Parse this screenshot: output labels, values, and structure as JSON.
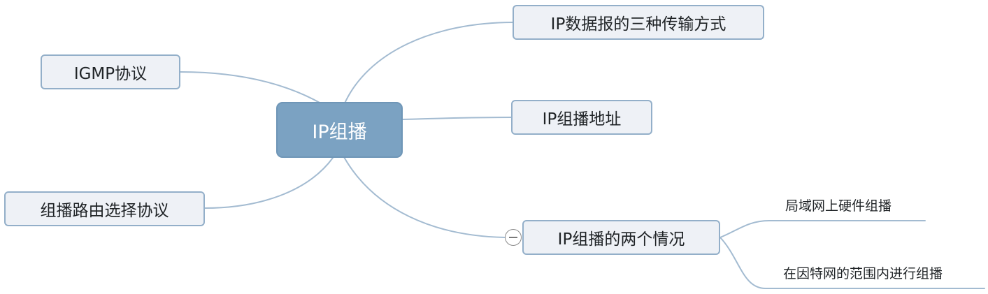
{
  "central": {
    "label": "IP组播"
  },
  "topics": {
    "datagram_modes": "IP数据报的三种传输方式",
    "multicast_address": "IP组播地址",
    "two_cases": "IP组播的两个情况",
    "igmp": "IGMP协议",
    "routing_protocols": "组播路由选择协议"
  },
  "two_cases_children": [
    "局域网上硬件组播",
    "在因特网的范围内进行组播"
  ],
  "colors": {
    "connector": "#a3bbd1",
    "central_fill": "#7ba2c2",
    "topic_fill": "#eef1f6",
    "topic_border": "#93afc9",
    "text": "#1f2326"
  },
  "icons": {
    "collapse_toggle": "minus-circle-icon"
  }
}
